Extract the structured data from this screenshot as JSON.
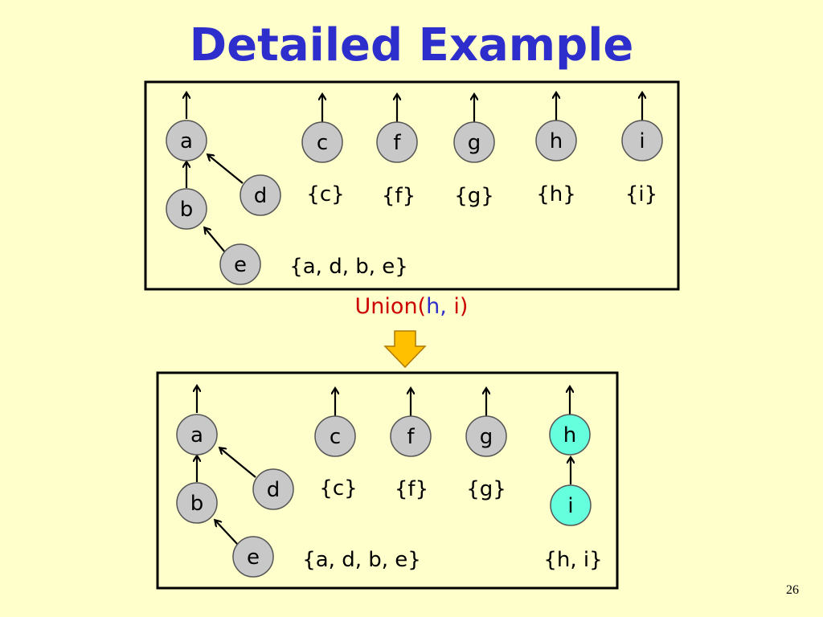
{
  "title": "Detailed Example",
  "operation": {
    "name": "Union(",
    "arg1": "h",
    "sep": ", ",
    "arg2": "i",
    "close": ")"
  },
  "page_number": "26",
  "colors": {
    "node_default": "#C8C8C8",
    "node_highlight": "#66FFDD",
    "title": "#2E2ECC",
    "operation": "#CC0000",
    "arrow_down": "#FFC000"
  },
  "before": {
    "nodes": {
      "a": "a",
      "b": "b",
      "d": "d",
      "e": "e",
      "c": "c",
      "f": "f",
      "g": "g",
      "h": "h",
      "i": "i"
    },
    "sets": {
      "abde": "{a, d, b, e}",
      "c": "{c}",
      "f": "{f}",
      "g": "{g}",
      "h": "{h}",
      "i": "{i}"
    }
  },
  "after": {
    "nodes": {
      "a": "a",
      "b": "b",
      "d": "d",
      "e": "e",
      "c": "c",
      "f": "f",
      "g": "g",
      "h": "h",
      "i": "i"
    },
    "sets": {
      "abde": "{a, d, b, e}",
      "c": "{c}",
      "f": "{f}",
      "g": "{g}",
      "hi": "{h, i}"
    }
  }
}
